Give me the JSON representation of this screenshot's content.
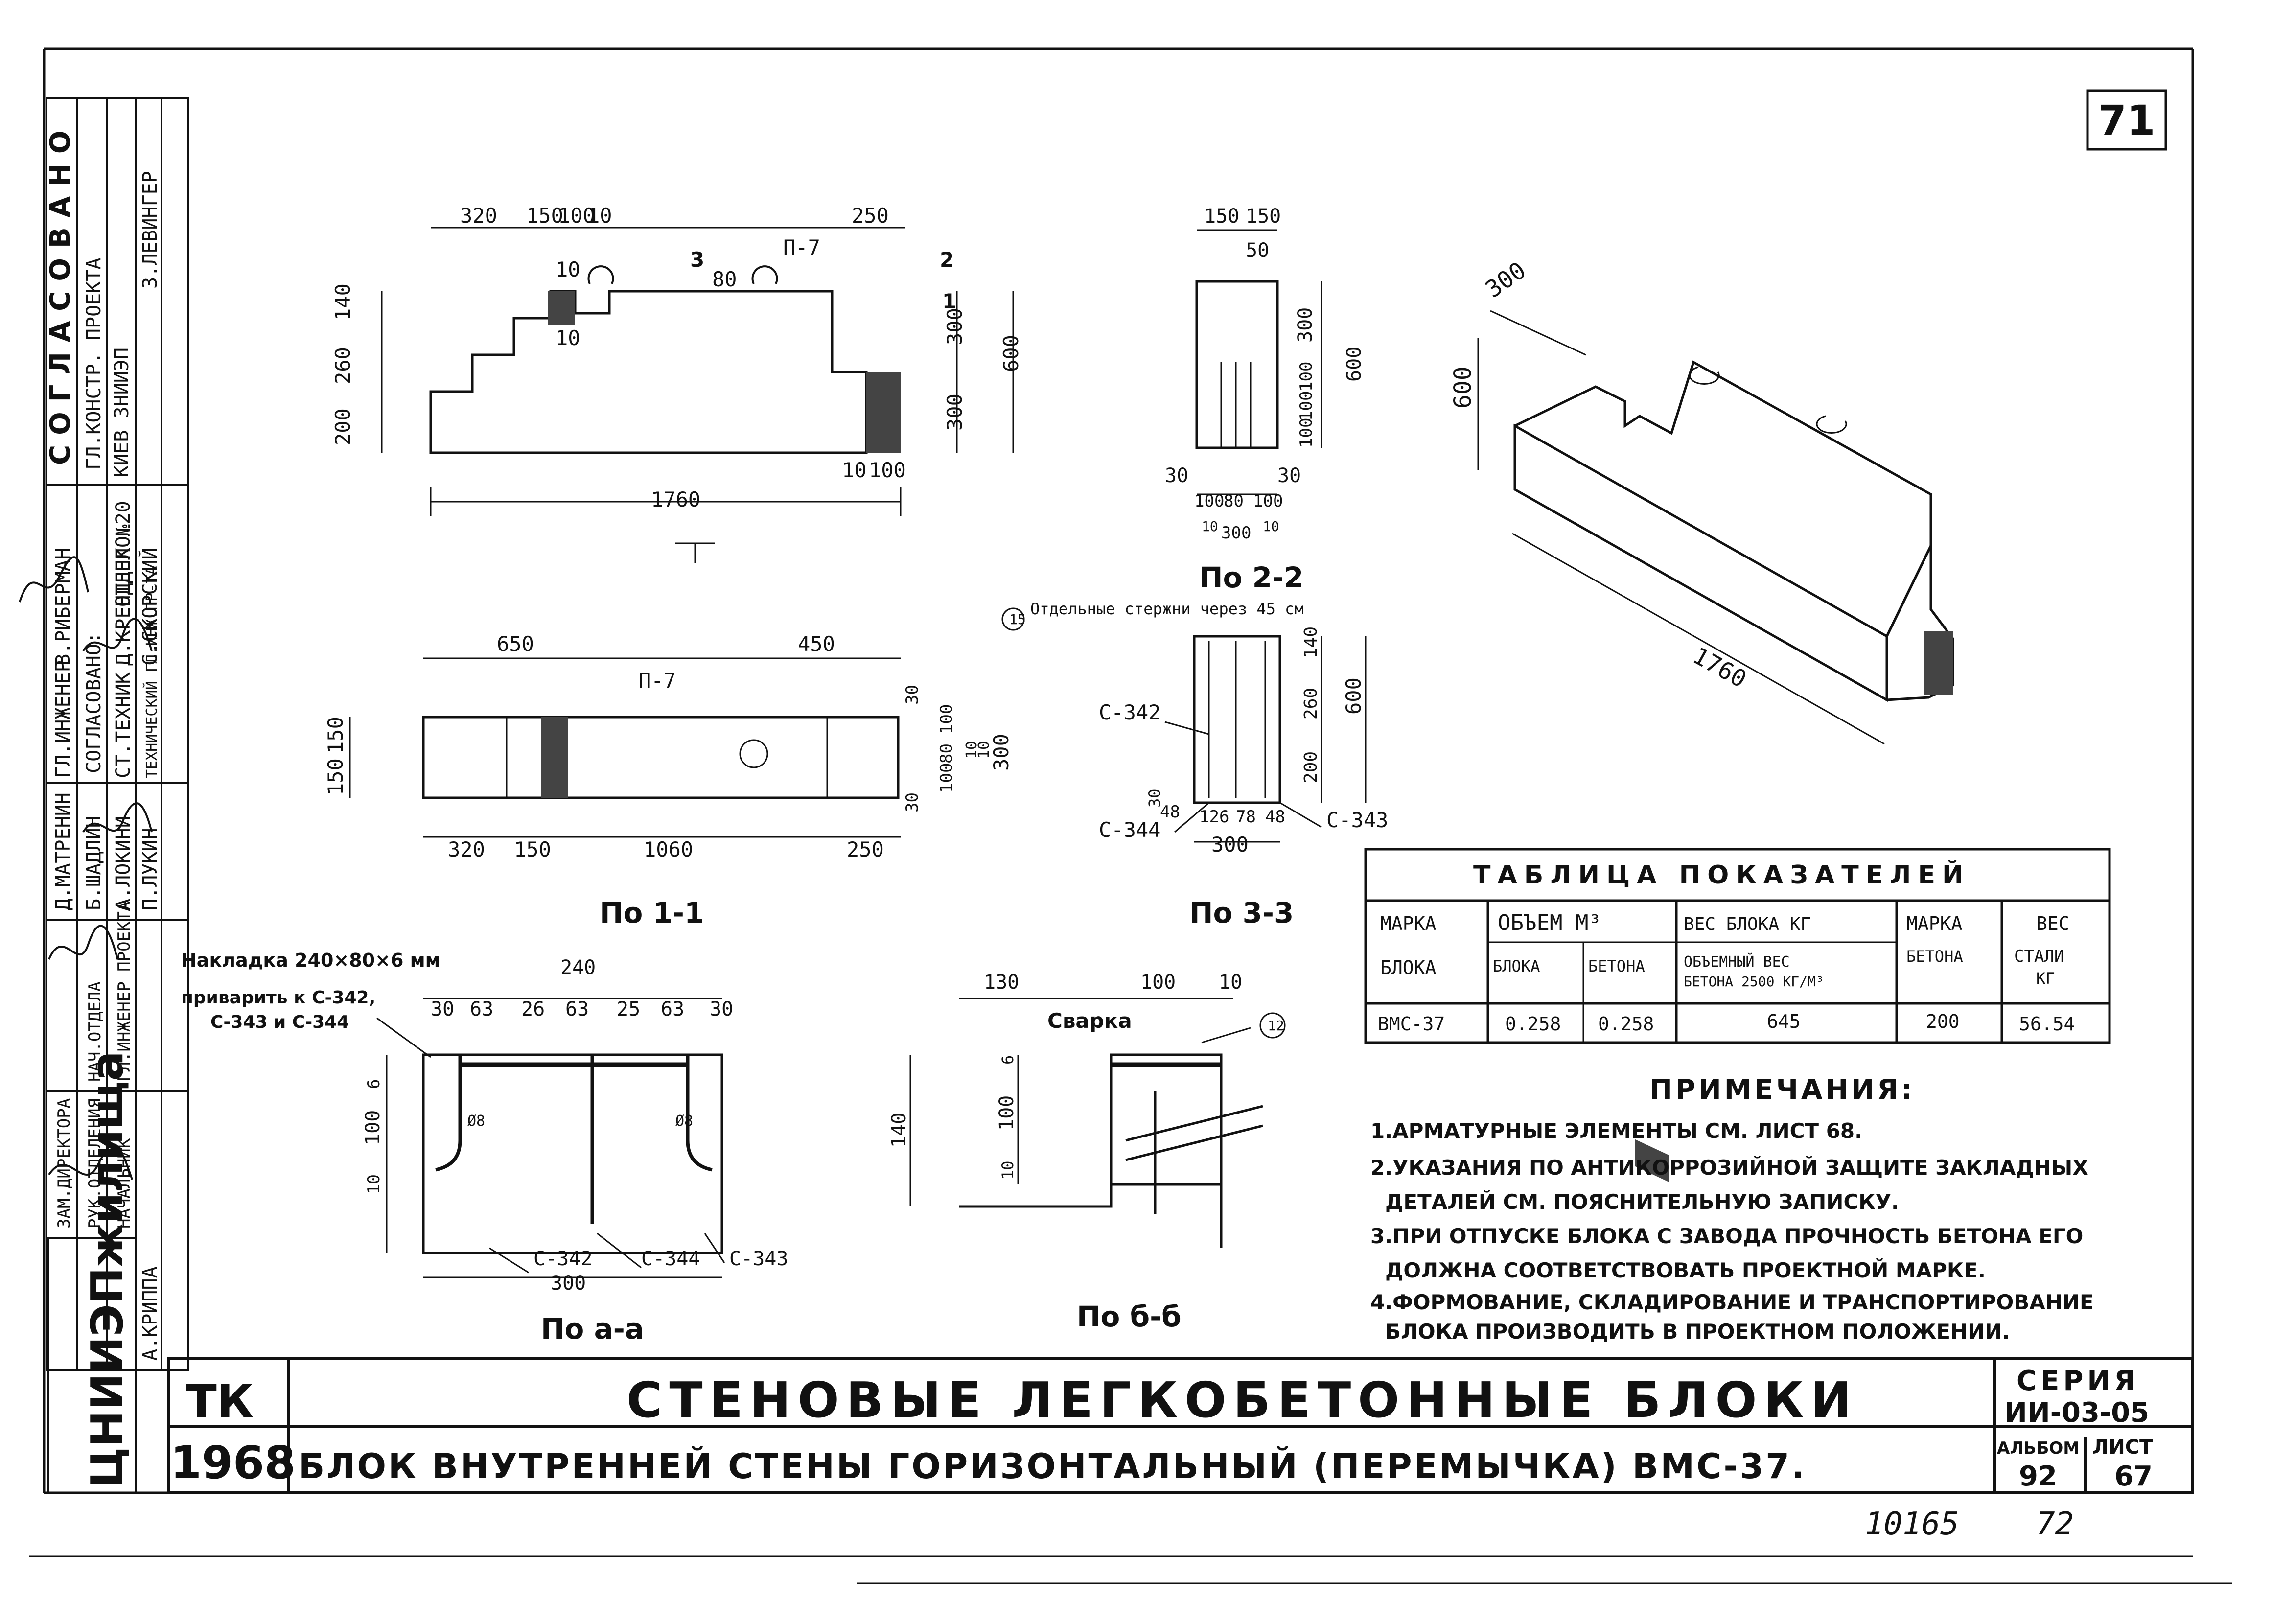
{
  "sheet_number": "71",
  "approval_block": {
    "header": "СОГЛАСОВАНО",
    "org_gl": "ГЛ.КОНСТР. ПРОЕКТА",
    "org_kiev": "КИЕВ ЗНИИЭП",
    "approved": "СОГЛАСОВАНО:",
    "dept": "ОТДЕЛ №20",
    "names": [
      "В.РИБЕРМАН",
      "Д.КРЕНДЕНКО",
      "С.СКОРСКИЙ",
      "Д.МАТРЕНИН",
      "Б.ШАДЛИН",
      "А.ЛОКИНИ",
      "П.ЛУКИН",
      "А.КРИППА",
      "З.ЛЕВИНГЕР"
    ],
    "roles": [
      "ГЛ.ИНЖЕНЕР",
      "СТ.ТЕХНИК",
      "ТЕХНИЧЕСКИЙ ГЛ.ИНЖ.ПР-ТА",
      "НАЧ.ОТДЕЛА",
      "ГЛ.ИНЖЕНЕР ПРОЕКТА",
      "ЗАМ.ДИРЕКТОРА",
      "РУК.ОТДЕЛЕНИЯ",
      "НАЧАЛЬНИК"
    ]
  },
  "institute_logo": "ЦНИИЭПжилища",
  "views": {
    "elevation": {
      "dims_top": [
        "320",
        "150",
        "100",
        "10",
        "250"
      ],
      "dims_left": [
        "140",
        "260",
        "200"
      ],
      "dims_right": [
        "300",
        "300",
        "600"
      ],
      "dim_bottom": "1760",
      "dims_small": [
        "10",
        "100"
      ],
      "labels": [
        "П-7",
        "3",
        "2",
        "1",
        "10",
        "10",
        "80"
      ]
    },
    "plan": {
      "title": "По 1-1",
      "dims_top": [
        "650",
        "450"
      ],
      "dims_bottom": [
        "320",
        "150",
        "1060",
        "250"
      ],
      "dims_left": [
        "150",
        "150"
      ],
      "dims_right": [
        "30",
        "100",
        "80",
        "100",
        "30",
        "300",
        "10",
        "10"
      ],
      "labels": [
        "П-7"
      ]
    },
    "section_22": {
      "title": "По 2-2",
      "dims_top": [
        "150",
        "150"
      ],
      "dims_right": [
        "300",
        "100",
        "100",
        "100",
        "600"
      ],
      "dims_bottom": [
        "30",
        "30",
        "100",
        "80",
        "100",
        "10",
        "10",
        "300"
      ],
      "label_dim": "50"
    },
    "section_33": {
      "title": "По 3-3",
      "note": "Отдельные стержни через 45 см",
      "callout": "15",
      "rebar": [
        "С-342",
        "С-344",
        "С-343"
      ],
      "dims_right": [
        "140",
        "260",
        "200",
        "600"
      ],
      "dims_bottom": [
        "48",
        "126",
        "78",
        "48",
        "300"
      ],
      "dim_left": "30"
    },
    "section_aa": {
      "title": "По а-а",
      "plate": "Накладка 240×80×6 мм",
      "weld_note": "приварить к С-342,",
      "weld_note2": "С-343 и С-344",
      "dim_top": "240",
      "dims_chain": [
        "30",
        "63",
        "26",
        "63",
        "25",
        "63",
        "30"
      ],
      "dims_left": [
        "6",
        "100",
        "10"
      ],
      "rebar": [
        "С-342",
        "С-344",
        "С-343"
      ],
      "dim_bottom": "300",
      "bar_marks": [
        "Ø8",
        "Ø8"
      ]
    },
    "section_bb": {
      "title": "По б-б",
      "weld": "Сварка",
      "callout": "12",
      "dims_top": [
        "130",
        "100",
        "10"
      ],
      "dims_left": [
        "6",
        "100",
        "10",
        "140"
      ]
    },
    "isometric": {
      "dims": [
        "300",
        "600",
        "1760"
      ]
    }
  },
  "indicators_table": {
    "title": "ТАБЛИЦА ПОКАЗАТЕЛЕЙ",
    "col_mark": [
      "МАРКА",
      "БЛОКА"
    ],
    "col_volume": "ОБЪЕМ М³",
    "col_volume_sub": [
      "БЛОКА",
      "БЕТОНА"
    ],
    "col_weight": "ВЕС БЛОКА КГ",
    "col_weight_sub": [
      "ОБЪЕМНЫЙ ВЕС",
      "БЕТОНА 2500 КГ/М³"
    ],
    "col_grade": [
      "МАРКА",
      "БЕТОНА"
    ],
    "col_steel": [
      "ВЕС",
      "СТАЛИ",
      "КГ"
    ],
    "row": {
      "mark": "ВМС-37",
      "vol_block": "0.258",
      "vol_concrete": "0.258",
      "weight": "645",
      "grade": "200",
      "steel": "56.54"
    }
  },
  "notes": {
    "title": "ПРИМЕЧАНИЯ:",
    "lines": [
      "1.АРМАТУРНЫЕ ЭЛЕМЕНТЫ СМ. ЛИСТ 68.",
      "2.УКАЗАНИЯ ПО АНТИКОРРОЗИЙНОЙ ЗАЩИТЕ ЗАКЛАДНЫХ",
      "ДЕТАЛЕЙ СМ. ПОЯСНИТЕЛЬНУЮ ЗАПИСКУ.",
      "3.ПРИ ОТПУСКЕ БЛОКА С ЗАВОДА ПРОЧНОСТЬ БЕТОНА ЕГО",
      "ДОЛЖНА СООТВЕТСТВОВАТЬ ПРОЕКТНОЙ МАРКЕ.",
      "4.ФОРМОВАНИЕ, СКЛАДИРОВАНИЕ И ТРАНСПОРТИРОВАНИЕ",
      "БЛОКА ПРОИЗВОДИТЬ В ПРОЕКТНОМ ПОЛОЖЕНИИ."
    ]
  },
  "title_block": {
    "code": "ТК",
    "year": "1968",
    "title": "СТЕНОВЫЕ ЛЕГКОБЕТОННЫЕ БЛОКИ",
    "subtitle": "БЛОК ВНУТРЕННЕЙ СТЕНЫ ГОРИЗОНТАЛЬНЫЙ (ПЕРЕМЫЧКА) ВМС-37.",
    "series_label": "СЕРИЯ",
    "series": "ИИ-03-05",
    "album_label": "АЛЬБОМ",
    "album": "92",
    "sheet_label": "ЛИСТ",
    "sheet": "67"
  },
  "footer_numbers": [
    "10165",
    "72"
  ]
}
